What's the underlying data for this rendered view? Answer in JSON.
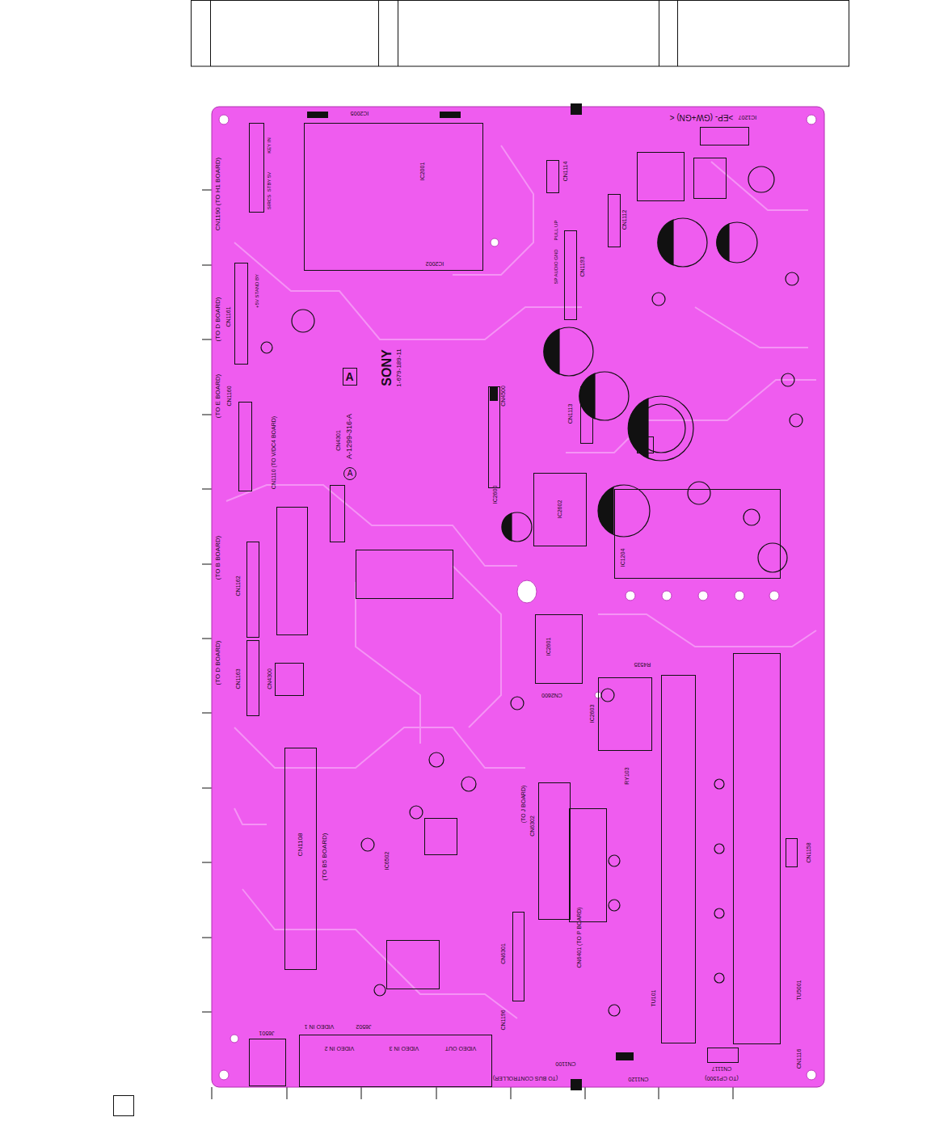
{
  "diagram": {
    "nodes": [
      {
        "text": [
          "A"
        ]
      },
      {
        "text": [
          "A"
        ]
      },
      {
        "text": [
          "IC2001",
          "IC2002"
        ]
      },
      {
        "text": [
          "CN1108",
          "(TO B5 BOARD)"
        ]
      },
      {
        "text": [
          "(TO J BOARD)",
          "CN6302"
        ]
      }
    ],
    "labels": [
      ">EP- (GW+GN) <",
      "IC1207",
      "IC2005",
      "CN1190 (TO H1 BOARD)",
      "KEY IN",
      "STBY 5V",
      "SIRCS",
      "(TO D BOARD)",
      "CN1161",
      "+5V STAND BY",
      "(TO E BOARD)",
      "CN1160",
      "CN1110 (TO V/DC4 BOARD)",
      "CN4301",
      "(TO B BOARD)",
      "CN1162",
      "(TO D BOARD)",
      "CN1163",
      "CN4300",
      "SONY",
      "1-679-189-11",
      "A-1299-316-A",
      "CN4500",
      "CN1193",
      "SP AUDIO GND",
      "PULL UP",
      "CN1112",
      "CN1114",
      "CN1113",
      "IC2600",
      "IC2602",
      "IC2601",
      "CN2600",
      "IC2603",
      "R4535",
      "RY103",
      "IC1204",
      "IC6502",
      "CN6401 (TO P BOARD)",
      "CN6301",
      "CN1158",
      "TU101",
      "TU5001",
      "CN1116",
      "(TO CP1500)",
      "CN1117",
      "CN1120",
      "CN1100",
      "(TO BUS CONTROLLER)",
      "CN1196",
      "VIDEO OUT",
      "VIDEO IN 3",
      "VIDEO IN 2",
      "VIDEO IN 1",
      "J6502",
      "J6501"
    ]
  }
}
